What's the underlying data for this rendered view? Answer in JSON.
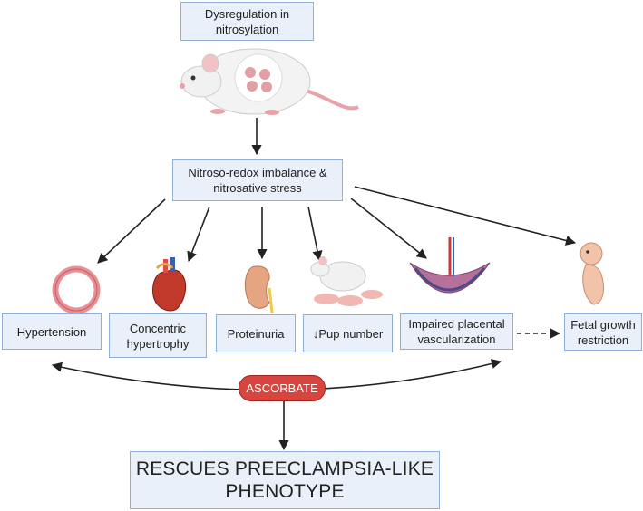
{
  "top_box": [
    "Dysregulation in",
    "nitrosylation"
  ],
  "mid_box": [
    "Nitroso-redox imbalance &",
    "nitrosative stress"
  ],
  "outcomes": [
    {
      "lines": [
        "Hypertension"
      ],
      "icon": "vessel-ring-icon"
    },
    {
      "lines": [
        "Concentric",
        "hypertrophy"
      ],
      "icon": "heart-icon"
    },
    {
      "lines": [
        "Proteinuria"
      ],
      "icon": "kidney-icon"
    },
    {
      "lines": [
        "↓Pup number"
      ],
      "icon": "mouse-pups-icon"
    },
    {
      "lines": [
        "Impaired placental",
        "vascularization"
      ],
      "icon": "placenta-icon"
    },
    {
      "lines": [
        "Fetal growth",
        "restriction"
      ],
      "icon": "fetus-icon"
    }
  ],
  "treatment": "ASCORBATE",
  "result": [
    "RESCUES PREECLAMPSIA-LIKE",
    "PHENOTYPE"
  ],
  "colors": {
    "box_fill": "#e9f0f9",
    "box_border": "#8fb0d6",
    "pill": "#d8453e",
    "arrow": "#222222"
  }
}
